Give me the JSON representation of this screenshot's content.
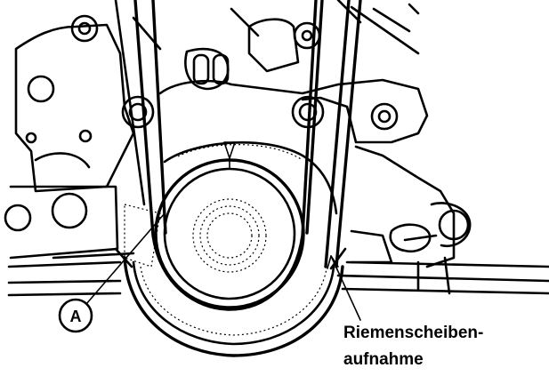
{
  "callout": {
    "letter": "A"
  },
  "label": {
    "line1": "Riemenscheiben-",
    "line2": "aufnahme"
  }
}
